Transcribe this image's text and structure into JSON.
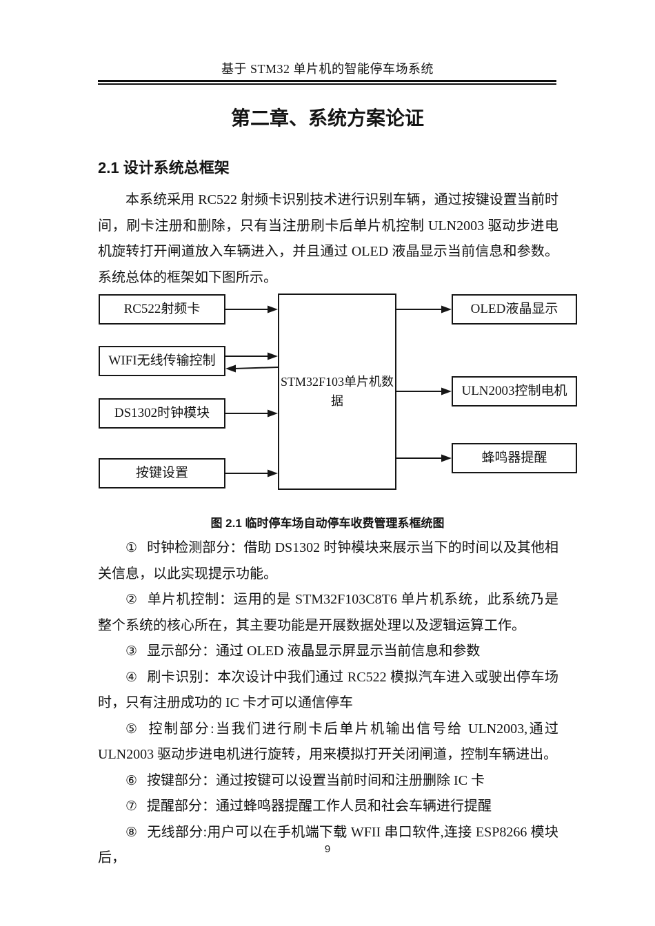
{
  "page": {
    "header_title": "基于 STM32 单片机的智能停车场系统",
    "chapter_title": "第二章、系统方案论证",
    "section_heading": "2.1 设计系统总框架",
    "intro_paragraph": "本系统采用 RC522 射频卡识别技术进行识别车辆，通过按键设置当前时间，刷卡注册和删除，只有当注册刷卡后单片机控制 ULN2003 驱动步进电机旋转打开闸道放入车辆进入，并且通过 OLED 液晶显示当前信息和参数。系统总体的框架如下图所示。",
    "figure_caption": "图 2.1  临时停车场自动停车收费管理系框统图",
    "page_number": "9"
  },
  "diagram": {
    "left_boxes": [
      "RC522射频卡",
      "WIFI无线传输控制",
      "DS1302时钟模块",
      "按键设置"
    ],
    "center_box": "STM32F103单片机数据",
    "right_boxes": [
      "OLED液晶显示",
      "ULN2003控制电机",
      "蜂鸣器提醒"
    ],
    "line_color": "#161616"
  },
  "list_items": [
    {
      "marker": "①",
      "text": "时钟检测部分：借助 DS1302 时钟模块来展示当下的时间以及其他相关信息，以此实现提示功能。"
    },
    {
      "marker": "②",
      "text": "单片机控制：运用的是 STM32F103C8T6 单片机系统，此系统乃是整个系统的核心所在，其主要功能是开展数据处理以及逻辑运算工作。"
    },
    {
      "marker": "③",
      "text": "显示部分：通过 OLED 液晶显示屏显示当前信息和参数"
    },
    {
      "marker": "④",
      "text": "刷卡识别：本次设计中我们通过 RC522 模拟汽车进入或驶出停车场时，只有注册成功的 IC 卡才可以通信停车"
    },
    {
      "marker": "⑤",
      "text": "控制部分:当我们进行刷卡后单片机输出信号给 ULN2003,通过 ULN2003 驱动步进电机进行旋转，用来模拟打开关闭闸道，控制车辆进出。"
    },
    {
      "marker": "⑥",
      "text": "按键部分：通过按键可以设置当前时间和注册删除 IC 卡"
    },
    {
      "marker": "⑦",
      "text": "提醒部分：通过蜂鸣器提醒工作人员和社会车辆进行提醒"
    },
    {
      "marker": "⑧",
      "text": "无线部分:用户可以在手机端下载 WFII 串口软件,连接 ESP8266 模块后，"
    }
  ]
}
